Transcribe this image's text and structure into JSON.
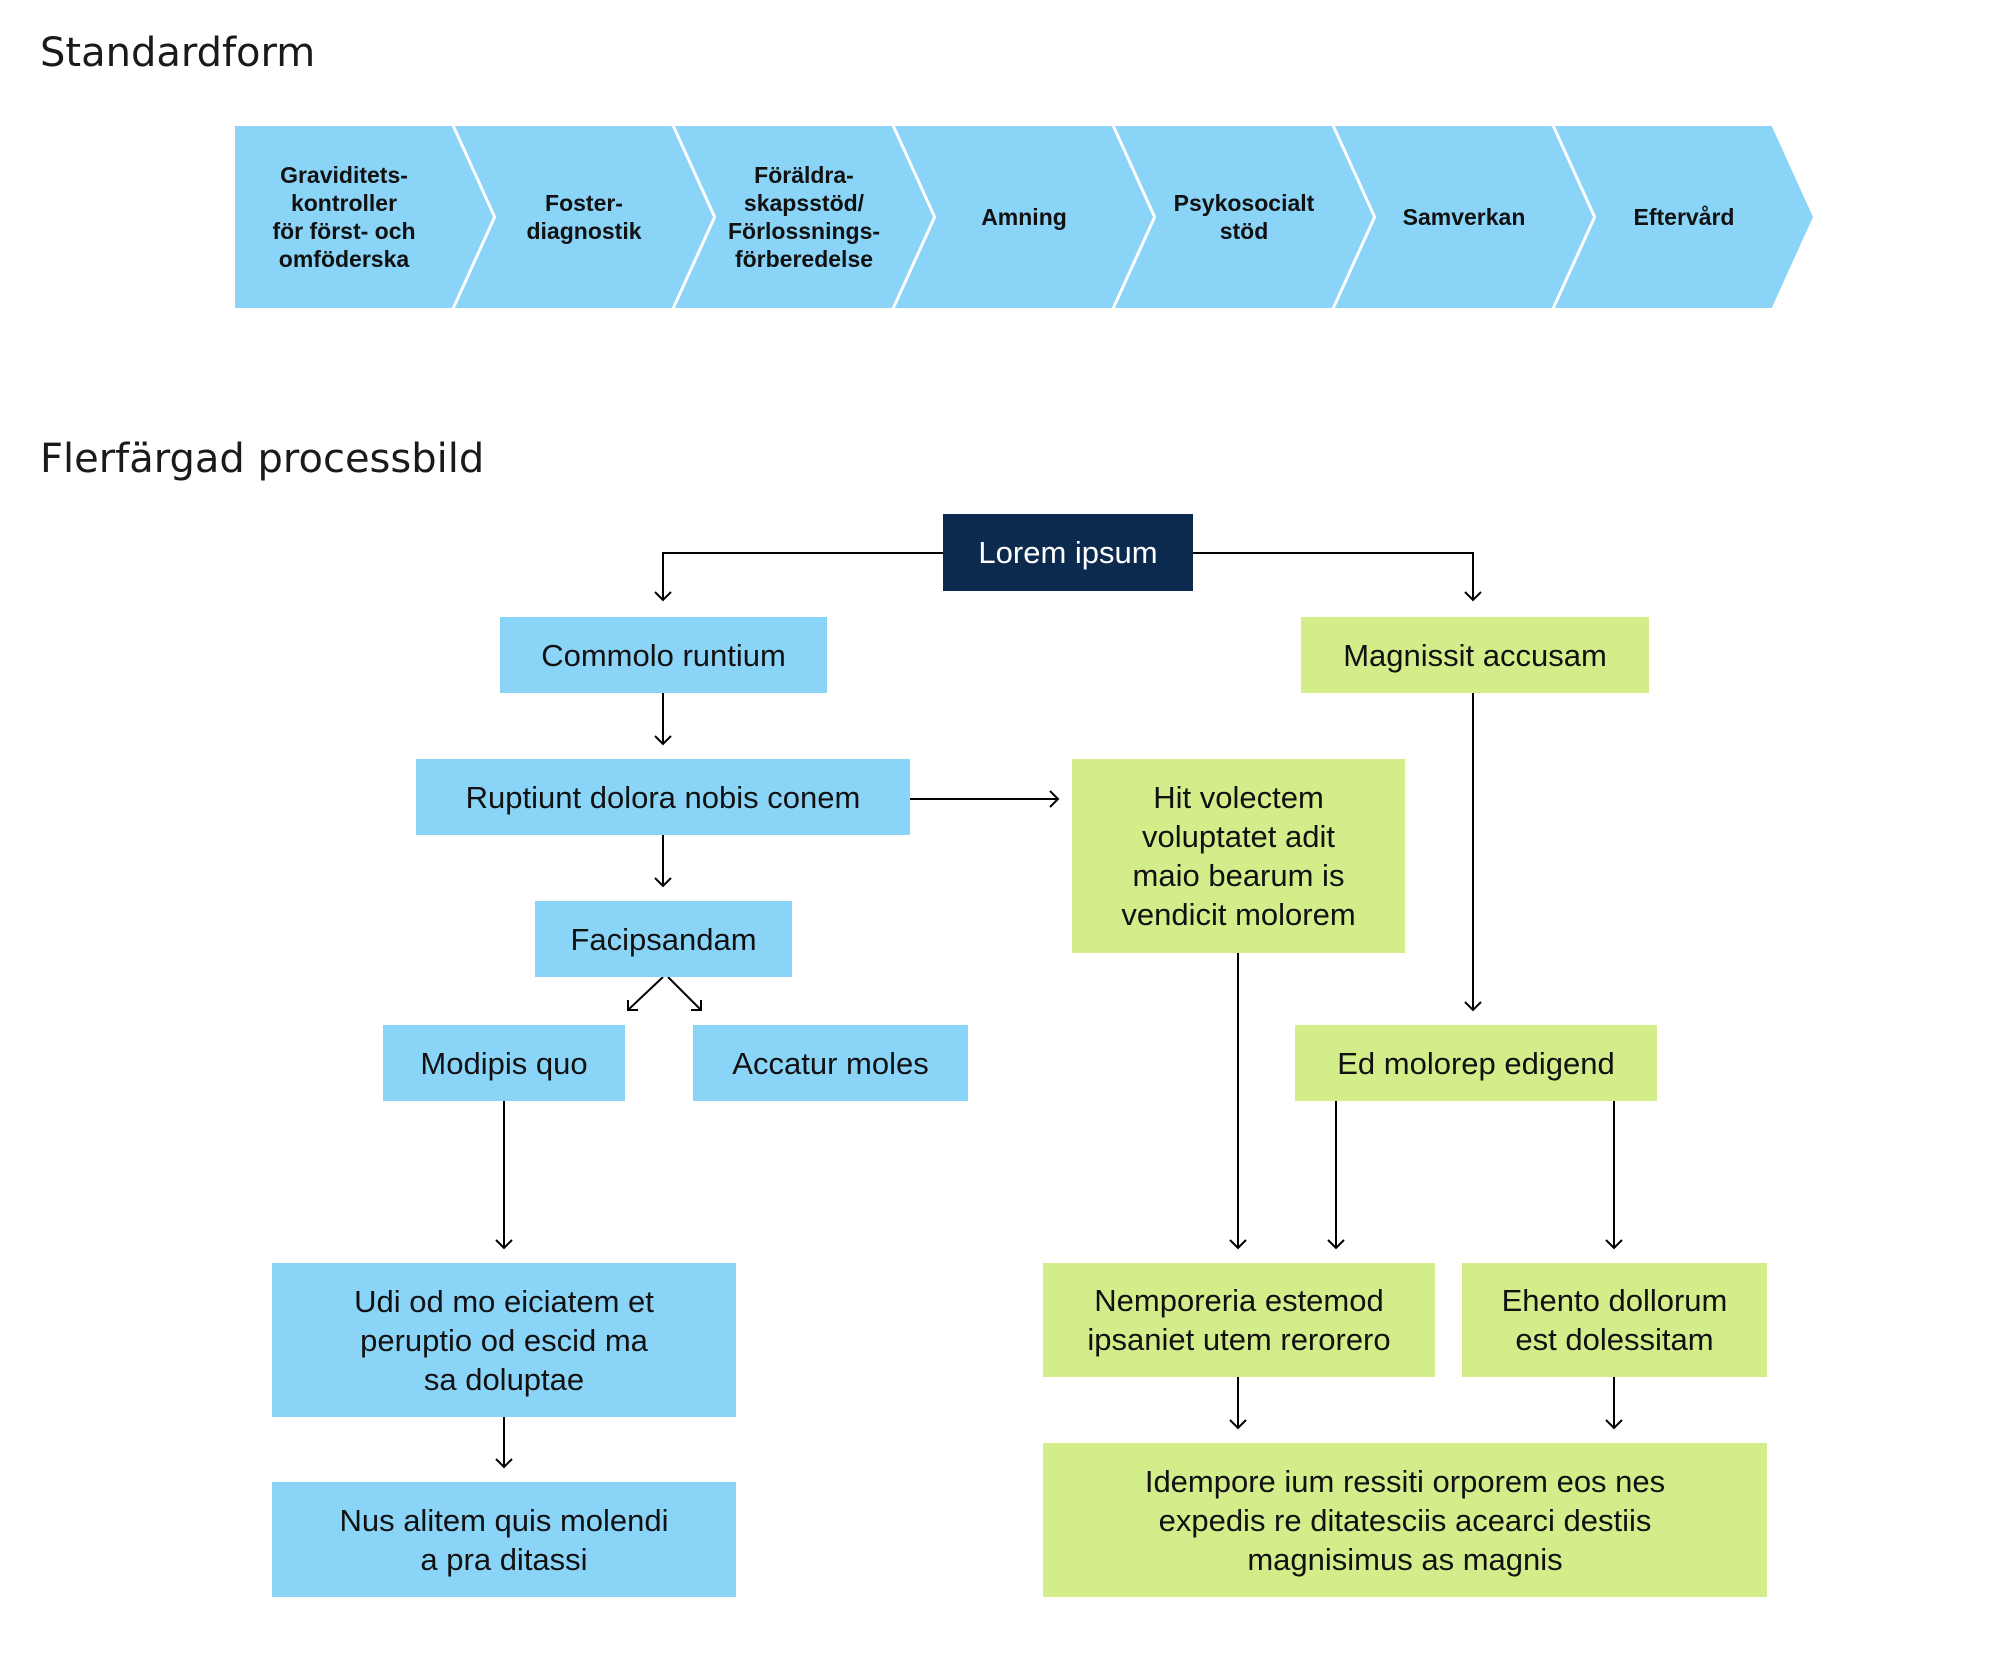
{
  "sections": {
    "standard_title": "Standardform",
    "multi_title": "Flerfärgad processbild"
  },
  "process_steps": [
    "Graviditets-\nkontroller\nför först- och\nomföderska",
    "Foster-\ndiagnostik",
    "Föräldra-\nskapsstöd/\nFörlossnings-\nförberedelse",
    "Amning",
    "Psykosocialt\nstöd",
    "Samverkan",
    "Eftervård"
  ],
  "colors": {
    "light_blue": "#8ad4f8",
    "light_green": "#d2ed8a",
    "navy": "#0b2a4e"
  },
  "flow": {
    "root": "Lorem ipsum",
    "blue_1": "Commolo runtium",
    "blue_2": "Ruptiunt dolora nobis conem",
    "blue_3": "Facipsandam",
    "blue_4a": "Modipis quo",
    "blue_4b": "Accatur moles",
    "blue_5": "Udi od mo eiciatem et\nperuptio od escid ma\nsa doluptae",
    "blue_6": "Nus alitem quis molendi\na pra ditassi",
    "green_1": "Magnissit accusam",
    "green_2": "Hit volectem\nvoluptatet adit\nmaio bearum is\nvendicit molorem",
    "green_3": "Ed molorep edigend",
    "green_4a": "Nemporeria estemod\nipsaniet utem rerorero",
    "green_4b": "Ehento dollorum\nest dolessitam",
    "green_5": "Idempore ium ressiti orporem eos nes\nexpedis re ditatesciis acearci destiis\nmagnisimus as magnis"
  }
}
